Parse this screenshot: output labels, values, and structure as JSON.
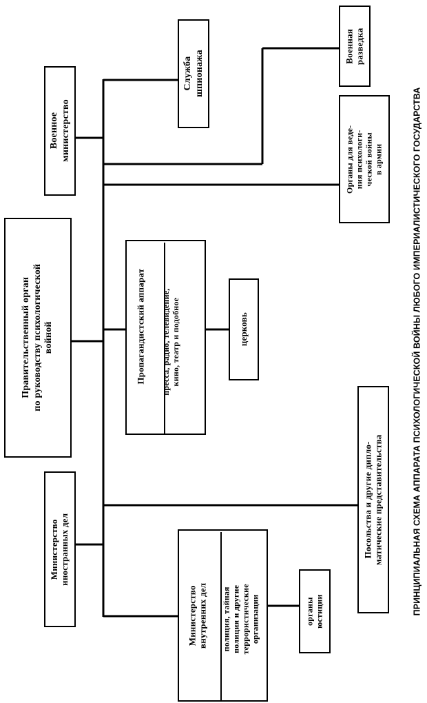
{
  "title": "ПРИНЦИПИАЛЬНАЯ СХЕМА АППАРАТА ПСИХОЛОГИЧЕСКОЙ ВОЙНЫ ЛЮБОГО ИМПЕРИАЛИСТИЧЕСКОГО ГОСУДАРСТВА",
  "colors": {
    "ink": "#000000",
    "paper": "#ffffff"
  },
  "chart_data": {
    "type": "diagram",
    "orientation": "vertical-text-organigram",
    "root": "gov_body",
    "nodes": [
      {
        "id": "gov_body",
        "label": "Правительственный орган\nпо руководству психологической\nвойной"
      },
      {
        "id": "mil_min",
        "label": "Военное\nминистерство"
      },
      {
        "id": "espionage",
        "label": "Служба\nшпионажа"
      },
      {
        "id": "mil_intel",
        "label": "Военная\nразведка"
      },
      {
        "id": "psy_army",
        "label": "Органы  для  веде-\nния  психологи-\nческой  войны\nв  армии"
      },
      {
        "id": "propaganda",
        "label": "Пропагандистский  аппарат",
        "sublabel": "пресса,  радио,  телевидение,\nкино,  театр  и  подобное"
      },
      {
        "id": "church",
        "label": "церковь"
      },
      {
        "id": "mfa",
        "label": "Министерство\nиностранных   дел"
      },
      {
        "id": "embassies",
        "label": "Посольства  и  другие  дипло-\nматические представительства"
      },
      {
        "id": "mvd",
        "label": "Министерство\nвнутренних дел",
        "sublabel": "полиция, тайная\nполиция и другие\nтеррористические\nорганизации"
      },
      {
        "id": "justice",
        "label": "органы\nюстиции"
      }
    ],
    "edges": [
      {
        "from": "gov_body",
        "to": "mil_min"
      },
      {
        "from": "gov_body",
        "to": "mfa"
      },
      {
        "from": "mil_min",
        "to": "espionage"
      },
      {
        "from": "mil_min",
        "to": "mil_intel"
      },
      {
        "from": "mil_min",
        "to": "psy_army"
      },
      {
        "from": "gov_body",
        "to": "propaganda"
      },
      {
        "from": "propaganda",
        "to": "church"
      },
      {
        "from": "mfa",
        "to": "embassies"
      },
      {
        "from": "gov_body",
        "to": "mvd"
      },
      {
        "from": "mvd",
        "to": "justice"
      }
    ]
  },
  "nodes": {
    "gov_body": {
      "line1": "Правительственный   орган",
      "line2": "по руководству психологической",
      "line3": "войной"
    },
    "mil_min": {
      "line1": "Военное",
      "line2": "министерство"
    },
    "espionage": {
      "line1": "Служба",
      "line2": "шпионажа"
    },
    "mil_intel": {
      "line1": "Военная",
      "line2": "разведка"
    },
    "psy_army": {
      "line1": "Органы  для  веде-",
      "line2": "ния  психологи-",
      "line3": "ческой  войны",
      "line4": "в  армии"
    },
    "propaganda": {
      "head": "Пропагандистский  аппарат",
      "sub1": "пресса,  радио,  телевидение,",
      "sub2": "кино,  театр  и  подобное"
    },
    "church": {
      "line1": "церковь"
    },
    "mfa": {
      "line1": "Министерство",
      "line2": "иностранных   дел"
    },
    "embassies": {
      "line1": "Посольства  и  другие  дипло-",
      "line2": "матические представительства"
    },
    "mvd": {
      "head1": "Министерство",
      "head2": "внутренних дел",
      "sub1": "полиция, тайная",
      "sub2": "полиция и другие",
      "sub3": "террористические",
      "sub4": "организации"
    },
    "justice": {
      "line1": "органы",
      "line2": "юстиции"
    }
  }
}
